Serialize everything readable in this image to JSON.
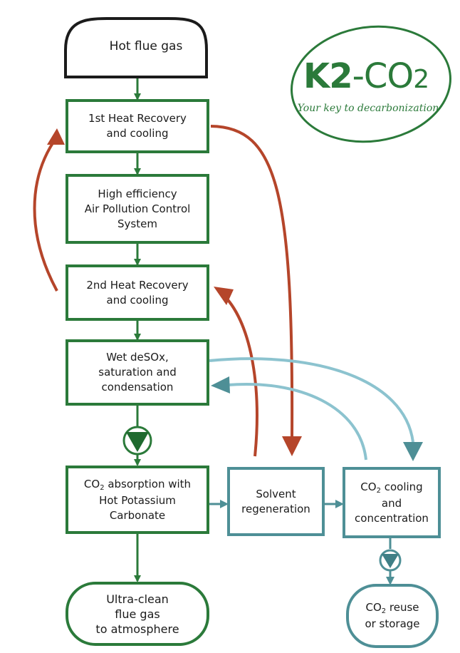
{
  "logo": {
    "brand_bold": "K2",
    "brand_rest": "-CO",
    "brand_sub": "2",
    "tagline": "Your key to decarbonization"
  },
  "nodes": {
    "hot_flue_gas": "Hot flue gas",
    "heat_recovery_1": "1st Heat Recovery\nand cooling",
    "apc": "High efficiency\nAir Pollution Control\nSystem",
    "heat_recovery_2": "2nd Heat Recovery\nand cooling",
    "wet_desox": "Wet deSOx,\nsaturation and\ncondensation",
    "absorption_line1_prefix": "CO",
    "absorption_line1_sub": "2",
    "absorption_line1_suffix": " absorption with",
    "absorption_rest": "Hot Potassium\nCarbonate",
    "solvent_regen": "Solvent\nregeneration",
    "cooling_prefix": "CO",
    "cooling_sub": "2",
    "cooling_suffix": " cooling",
    "cooling_rest": "and\nconcentration",
    "ultra_clean": "Ultra-clean\nflue gas\nto atmosphere",
    "reuse_prefix": "CO",
    "reuse_sub": "2",
    "reuse_suffix": " reuse",
    "reuse_rest": "or storage"
  },
  "colors": {
    "green": "#2b7a3a",
    "green_dark": "#1f6a2f",
    "teal": "#4e8f96",
    "teal_light": "#8cc3cf",
    "heat_arrow": "#b5452a",
    "black": "#1b1b1b"
  }
}
